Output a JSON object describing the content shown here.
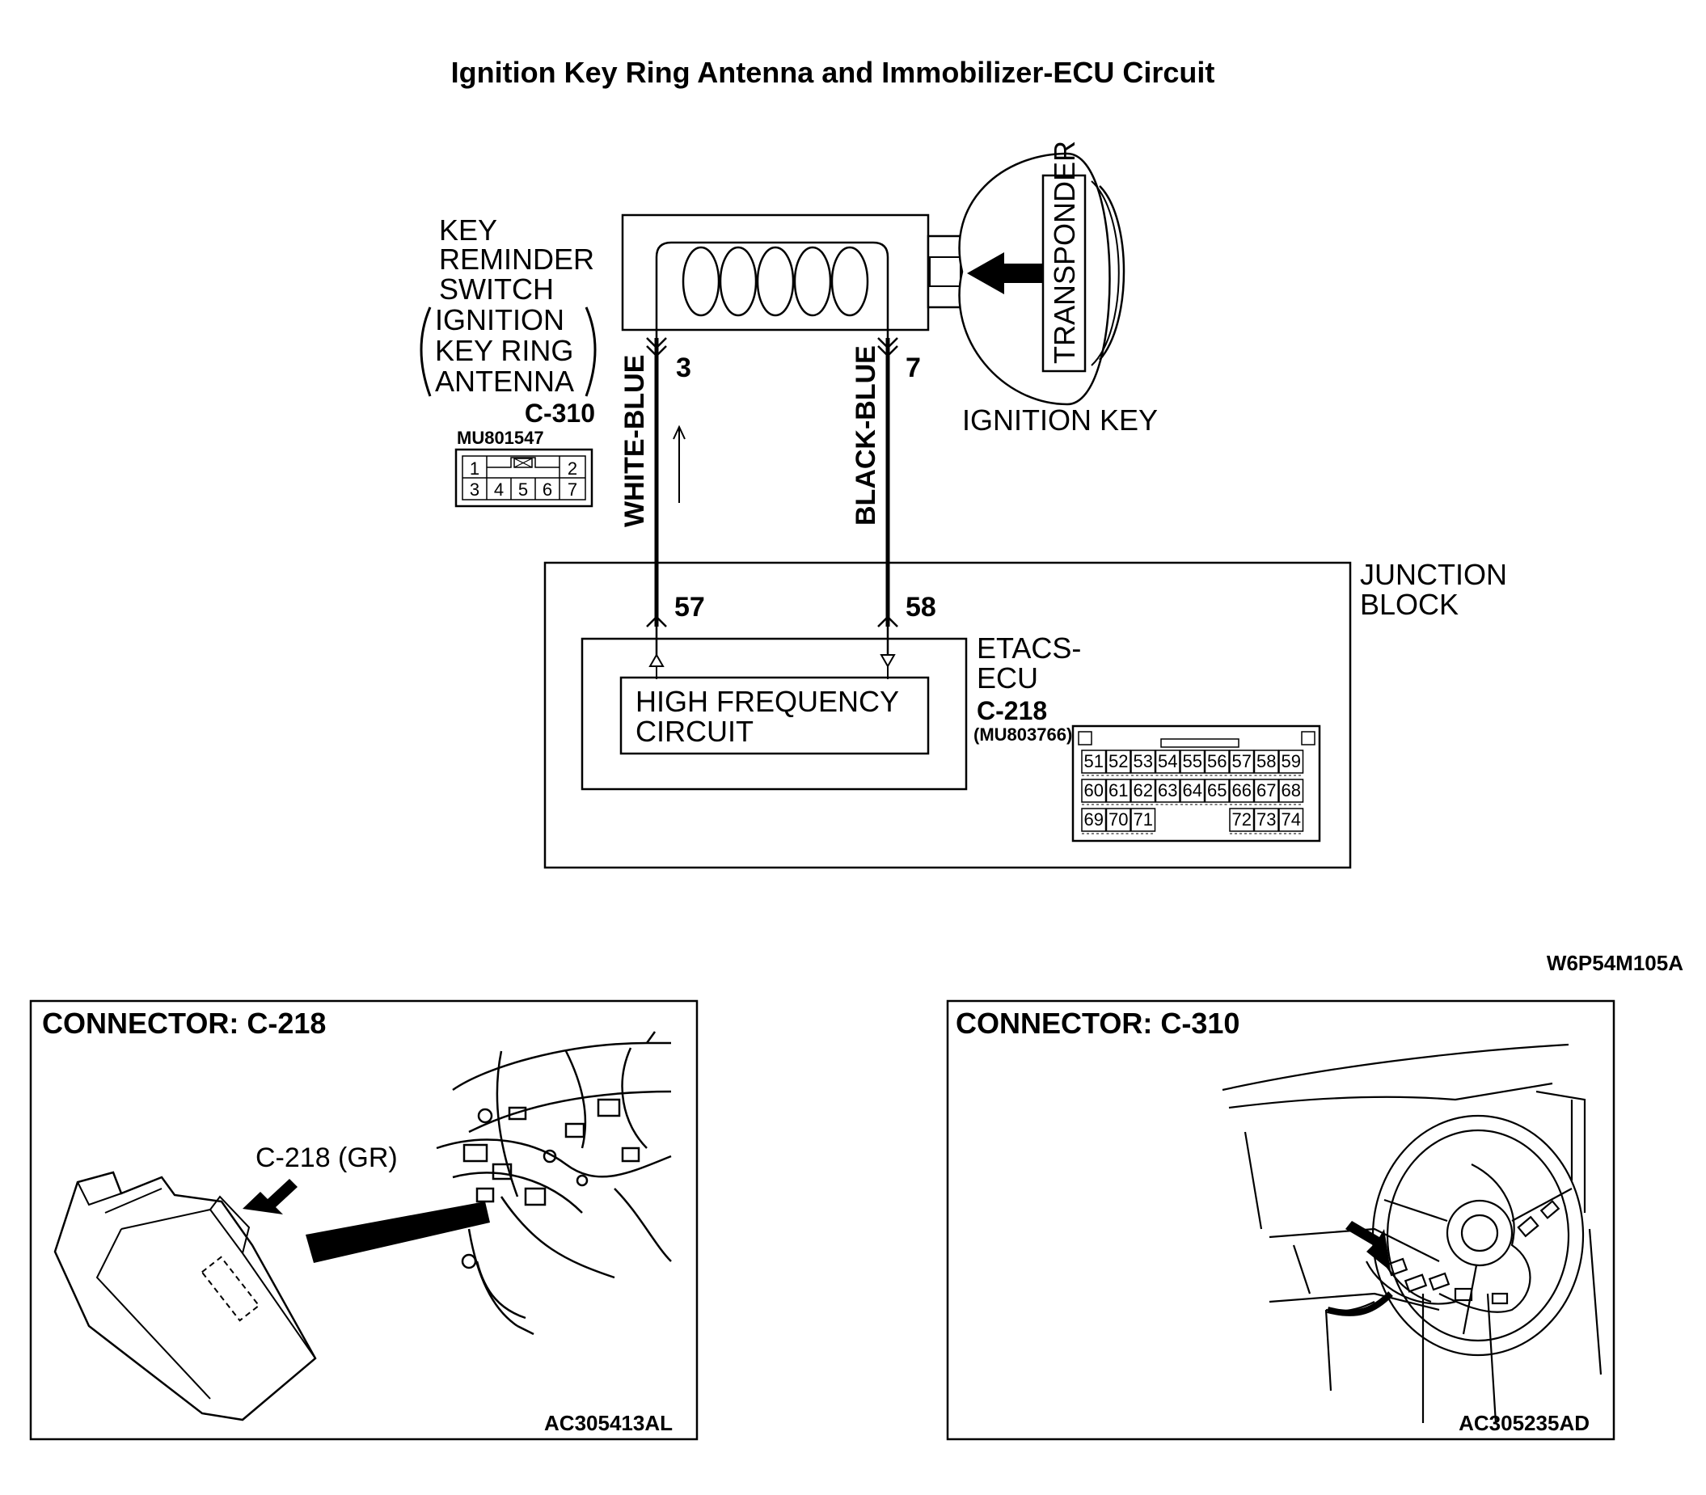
{
  "title": "Ignition Key Ring Antenna and Immobilizer-ECU Circuit",
  "antenna": {
    "label_lines": [
      "KEY",
      "REMINDER",
      "SWITCH",
      "IGNITION",
      "KEY RING",
      "ANTENNA"
    ],
    "connector": "C-310",
    "part_number": "MU801547",
    "pins_top": [
      "1",
      "2"
    ],
    "pins_bottom": [
      "3",
      "4",
      "5",
      "6",
      "7"
    ]
  },
  "ignition_key": {
    "label": "IGNITION KEY",
    "transponder": "TRANSPONDER"
  },
  "wires": [
    {
      "color": "WHITE-BLUE",
      "from_pin": "3",
      "to_pin": "57"
    },
    {
      "color": "BLACK-BLUE",
      "from_pin": "7",
      "to_pin": "58"
    }
  ],
  "junction_block": {
    "label_lines": [
      "JUNCTION",
      "BLOCK"
    ]
  },
  "etacs": {
    "label_lines": [
      "ETACS-",
      "ECU"
    ],
    "connector": "C-218",
    "part_number": "(MU803766)",
    "circuit_lines": [
      "HIGH FREQUENCY",
      "CIRCUIT"
    ],
    "pin_rows": [
      [
        "51",
        "52",
        "53",
        "54",
        "55",
        "56",
        "57",
        "58",
        "59"
      ],
      [
        "60",
        "61",
        "62",
        "63",
        "64",
        "65",
        "66",
        "67",
        "68"
      ],
      [
        "69",
        "70",
        "71",
        "",
        "",
        "",
        "72",
        "73",
        "74"
      ]
    ]
  },
  "figure_code": "W6P54M105A",
  "panels": [
    {
      "title": "CONNECTOR: C-218",
      "callout": "C-218 (GR)",
      "code": "AC305413AL"
    },
    {
      "title": "CONNECTOR: C-310",
      "code": "AC305235AD"
    }
  ]
}
